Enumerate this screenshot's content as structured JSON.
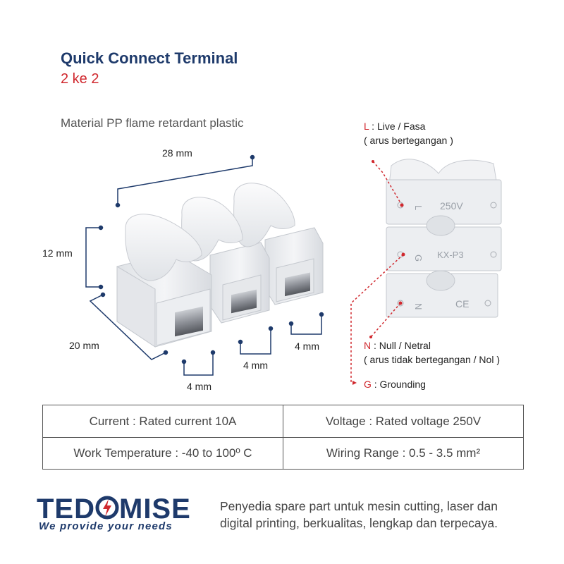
{
  "header": {
    "title": "Quick Connect Terminal",
    "subtitle": "2 ke 2",
    "material": "Material PP flame retardant plastic"
  },
  "dimensions": {
    "width": "28 mm",
    "height": "12 mm",
    "depth": "20 mm",
    "pitch_1": "4 mm",
    "pitch_2": "4 mm",
    "pitch_3": "4 mm"
  },
  "connector_markings": {
    "voltage": "250V",
    "model": "KX-P3",
    "cert": "CE"
  },
  "annotations": {
    "live_key": "L",
    "live_text": ": Live / Fasa",
    "live_note": "( arus bertegangan )",
    "null_key": "N",
    "null_text": ": Null / Netral",
    "null_note": "( arus tidak bertegangan / Nol )",
    "ground_key": "G",
    "ground_text": ": Grounding"
  },
  "specs": {
    "current": "Current : Rated current 10A",
    "voltage": "Voltage : Rated voltage 250V",
    "temperature": "Work Temperature : -40 to 100º C",
    "wiring": "Wiring Range : 0.5 - 3.5 mm²"
  },
  "brand": {
    "name_left": "TED",
    "name_right": "MISE",
    "tagline": "We provide your needs",
    "description_line1": "Penyedia spare part untuk mesin cutting, laser dan",
    "description_line2": "digital printing, berkualitas, lengkap dan terpecaya."
  },
  "colors": {
    "navy": "#1e3a6b",
    "red": "#d0282e",
    "connector": "#eef0f3"
  }
}
